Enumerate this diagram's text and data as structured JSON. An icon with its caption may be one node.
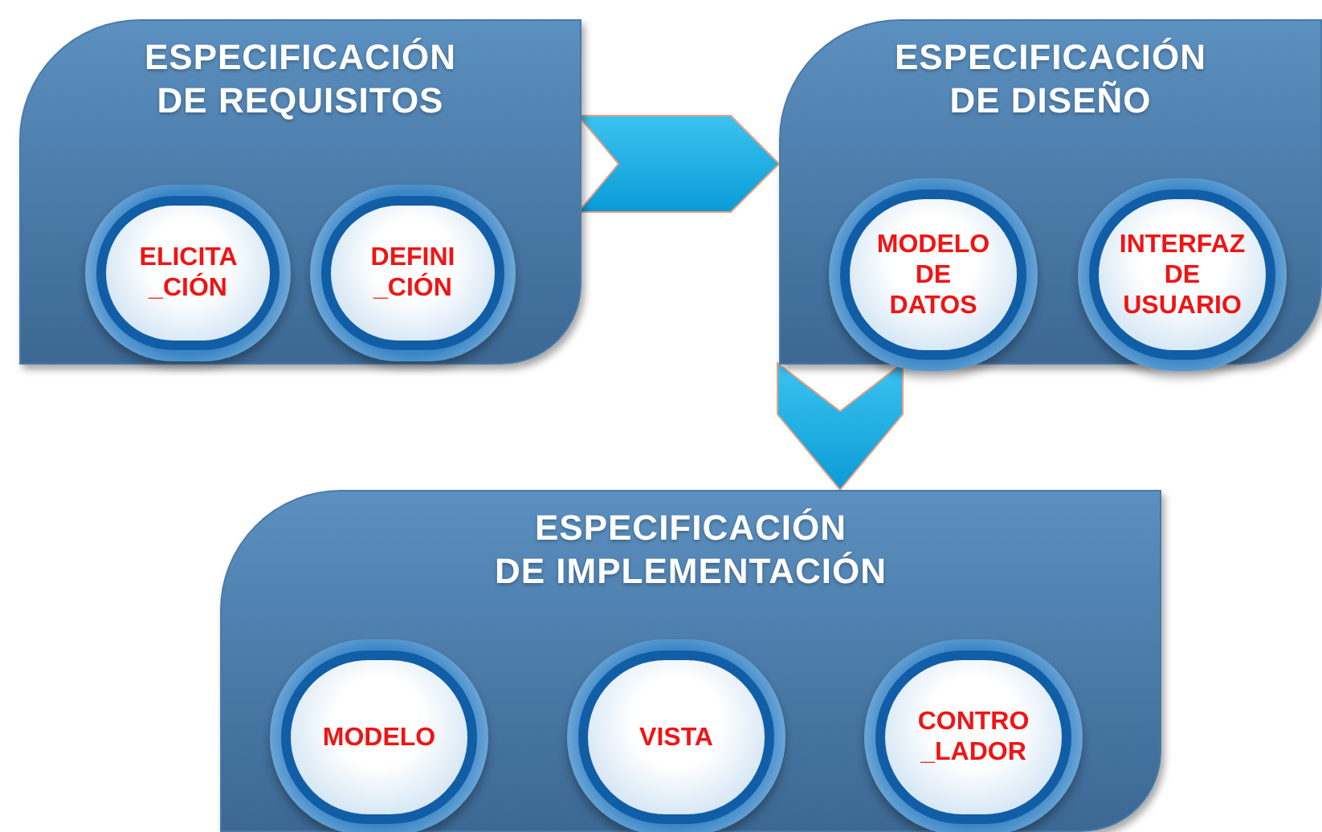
{
  "diagram": {
    "nodes": [
      {
        "text": [
          "ESPECIFICACIÓN DE REQUISITOS"
        ]
      },
      {
        "text": [
          "ELICITA _CIÓN"
        ],
        "in": 0
      },
      {
        "text": [
          "DEFINI _CIÓN"
        ],
        "in": 0
      },
      {
        "text": [
          "ESPECIFICACIÓN DE DISEÑO"
        ]
      },
      {
        "text": [
          "MODELO DE DATOS"
        ],
        "in": 3
      },
      {
        "text": [
          "INTERFAZ DE USUARIO"
        ],
        "in": 3
      },
      {
        "text": [
          "ESPECIFICACIÓN DE IMPLEMENTACIÓN"
        ]
      },
      {
        "text": [
          "MODELO"
        ],
        "in": 6
      },
      {
        "text": [
          "VISTA"
        ],
        "in": 6
      },
      {
        "text": [
          "CONTRO _LADOR"
        ],
        "in": 6
      }
    ],
    "edges": [
      {
        "from": 0,
        "to": 3,
        "arrow": "to"
      },
      {
        "from": 3,
        "to": 6,
        "arrow": "to"
      }
    ]
  }
}
